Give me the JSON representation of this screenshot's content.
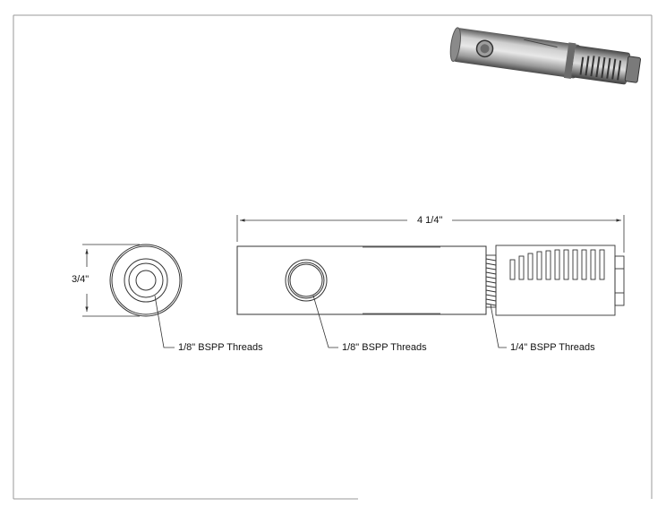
{
  "drawing": {
    "overall_length": "4 1/4\"",
    "diameter": "3/4\"",
    "callouts": {
      "end_view": "1/8\" BSPP Threads",
      "side_port": "1/8\" BSPP Threads",
      "thread_end": "1/4\" BSPP Threads"
    }
  },
  "colors": {
    "line": "#333333",
    "border": "#999999",
    "metal_light": "#c9c9c9",
    "metal_dark": "#555555"
  },
  "icons": {
    "preview": "isometric-part-render"
  }
}
